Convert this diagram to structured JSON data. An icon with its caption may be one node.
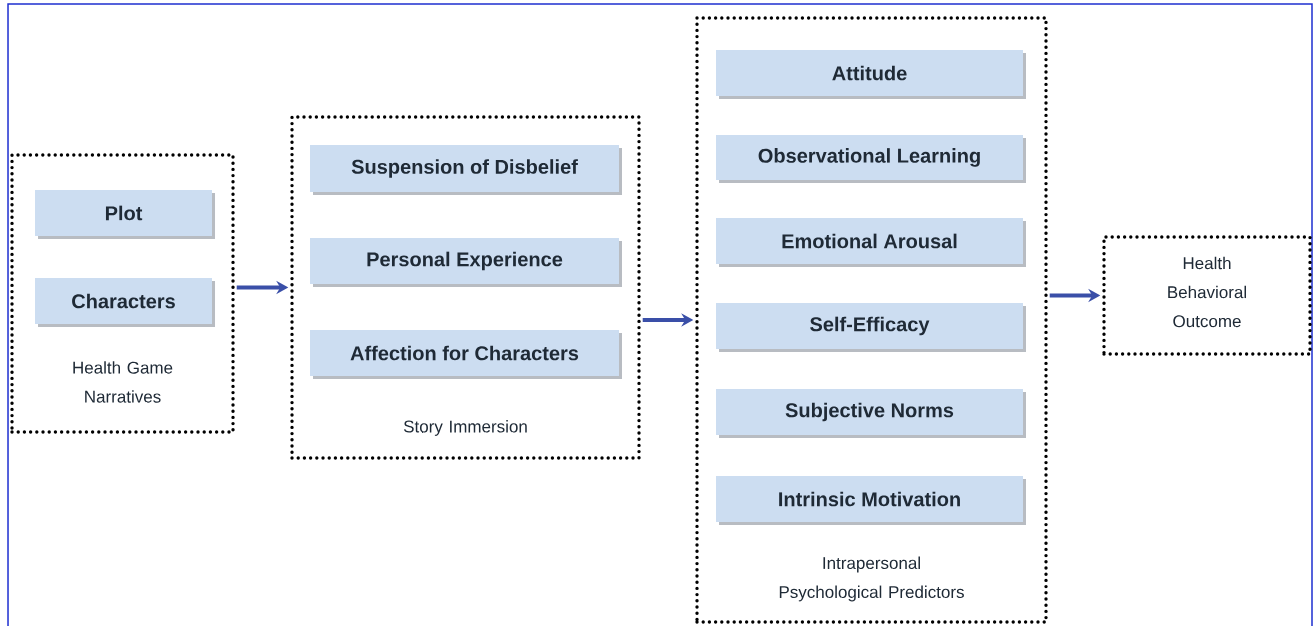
{
  "diagram": {
    "nodes": [
      {
        "text": [
          "Health Game Narratives"
        ]
      },
      {
        "text": [
          "Plot"
        ],
        "in": 0
      },
      {
        "text": [
          "Characters"
        ],
        "in": 0
      },
      {
        "text": [
          "Story Immersion"
        ]
      },
      {
        "text": [
          "Suspension of Disbelief"
        ],
        "in": 3
      },
      {
        "text": [
          "Personal Experience"
        ],
        "in": 3
      },
      {
        "text": [
          "Affection for Characters"
        ],
        "in": 3
      },
      {
        "text": [
          "Intrapersonal Psychological Predictors"
        ]
      },
      {
        "text": [
          "Attitude"
        ],
        "in": 7
      },
      {
        "text": [
          "Observational Learning"
        ],
        "in": 7
      },
      {
        "text": [
          "Emotional Arousal"
        ],
        "in": 7
      },
      {
        "text": [
          "Self-Efficacy"
        ],
        "in": 7
      },
      {
        "text": [
          "Subjective Norms"
        ],
        "in": 7
      },
      {
        "text": [
          "Intrinsic Motivation"
        ],
        "in": 7
      },
      {
        "text": [
          "Health Behavioral Outcome"
        ]
      }
    ],
    "edges": [
      {
        "from": 0,
        "to": 3,
        "arrow": "to"
      },
      {
        "from": 3,
        "to": 7,
        "arrow": "to"
      },
      {
        "from": 7,
        "to": 14,
        "arrow": "to"
      }
    ]
  }
}
